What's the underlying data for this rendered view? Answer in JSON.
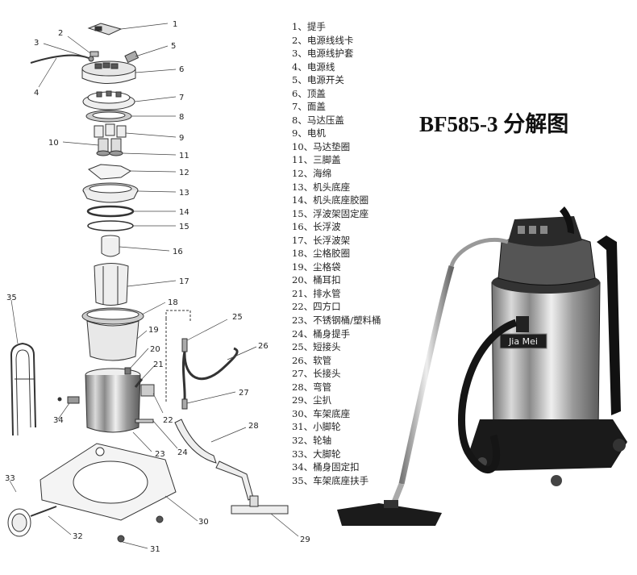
{
  "title": "BF585-3 分解图",
  "parts": [
    "1、提手",
    "2、电源线线卡",
    "3、电源线护套",
    "4、电源线",
    "5、电源开关",
    "6、顶盖",
    "7、面盖",
    "8、马达压盖",
    "9、电机",
    "10、马达垫圈",
    "11、三脚盖",
    "12、海绵",
    "13、机头底座",
    "14、机头底座胶圈",
    "15、浮波架固定座",
    "16、长浮波",
    "17、长浮波架",
    "18、尘格胶圈",
    "19、尘格袋",
    "20、桶耳扣",
    "21、排水管",
    "22、四方口",
    "23、不锈钢桶/塑料桶",
    "24、桶身提手",
    "25、短接头",
    "26、软管",
    "27、长接头",
    "28、弯管",
    "29、尘扒",
    "30、车架底座",
    "31、小脚轮",
    "32、轮轴",
    "33、大脚轮",
    "34、桶身固定扣",
    "35、车架底座扶手"
  ],
  "callout_numbers": [
    "1",
    "2",
    "3",
    "4",
    "5",
    "6",
    "7",
    "8",
    "9",
    "10",
    "11",
    "12",
    "13",
    "14",
    "15",
    "16",
    "17",
    "18",
    "19",
    "20",
    "21",
    "22",
    "23",
    "24",
    "25",
    "26",
    "27",
    "28",
    "29",
    "30",
    "31",
    "32",
    "33",
    "34",
    "35"
  ],
  "brand_label": "Jia Mei"
}
